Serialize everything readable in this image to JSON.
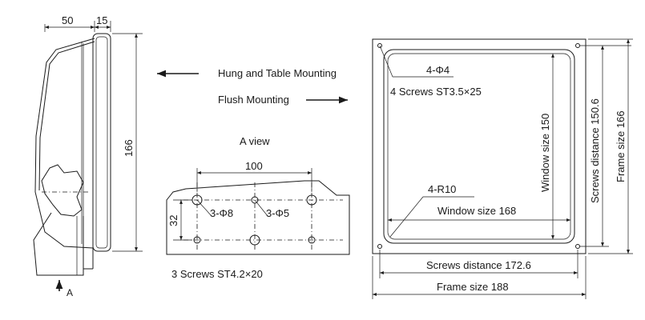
{
  "side_view": {
    "dim_top_left": "50",
    "dim_top_right": "15",
    "dim_height": "166",
    "view_marker": "A"
  },
  "legend": {
    "hung_table_label": "Hung and Table Mounting",
    "flush_label": "Flush Mounting"
  },
  "a_view": {
    "title": "A view",
    "dim_width": "100",
    "dim_height": "32",
    "hole_large": "3-Φ8",
    "hole_small": "3-Φ5",
    "screws": "3 Screws  ST4.2×20"
  },
  "front_view": {
    "corner_holes": "4-Φ4",
    "screws": "4 Screws  ST3.5×25",
    "corner_radius": "4-R10",
    "window_width": "Window size 168",
    "window_height": "Window size 150",
    "screw_distance_vertical": "Screws distance 150.6",
    "frame_height": "Frame size 166",
    "screw_distance_horizontal": "Screws distance 172.6",
    "frame_width": "Frame size 188"
  }
}
